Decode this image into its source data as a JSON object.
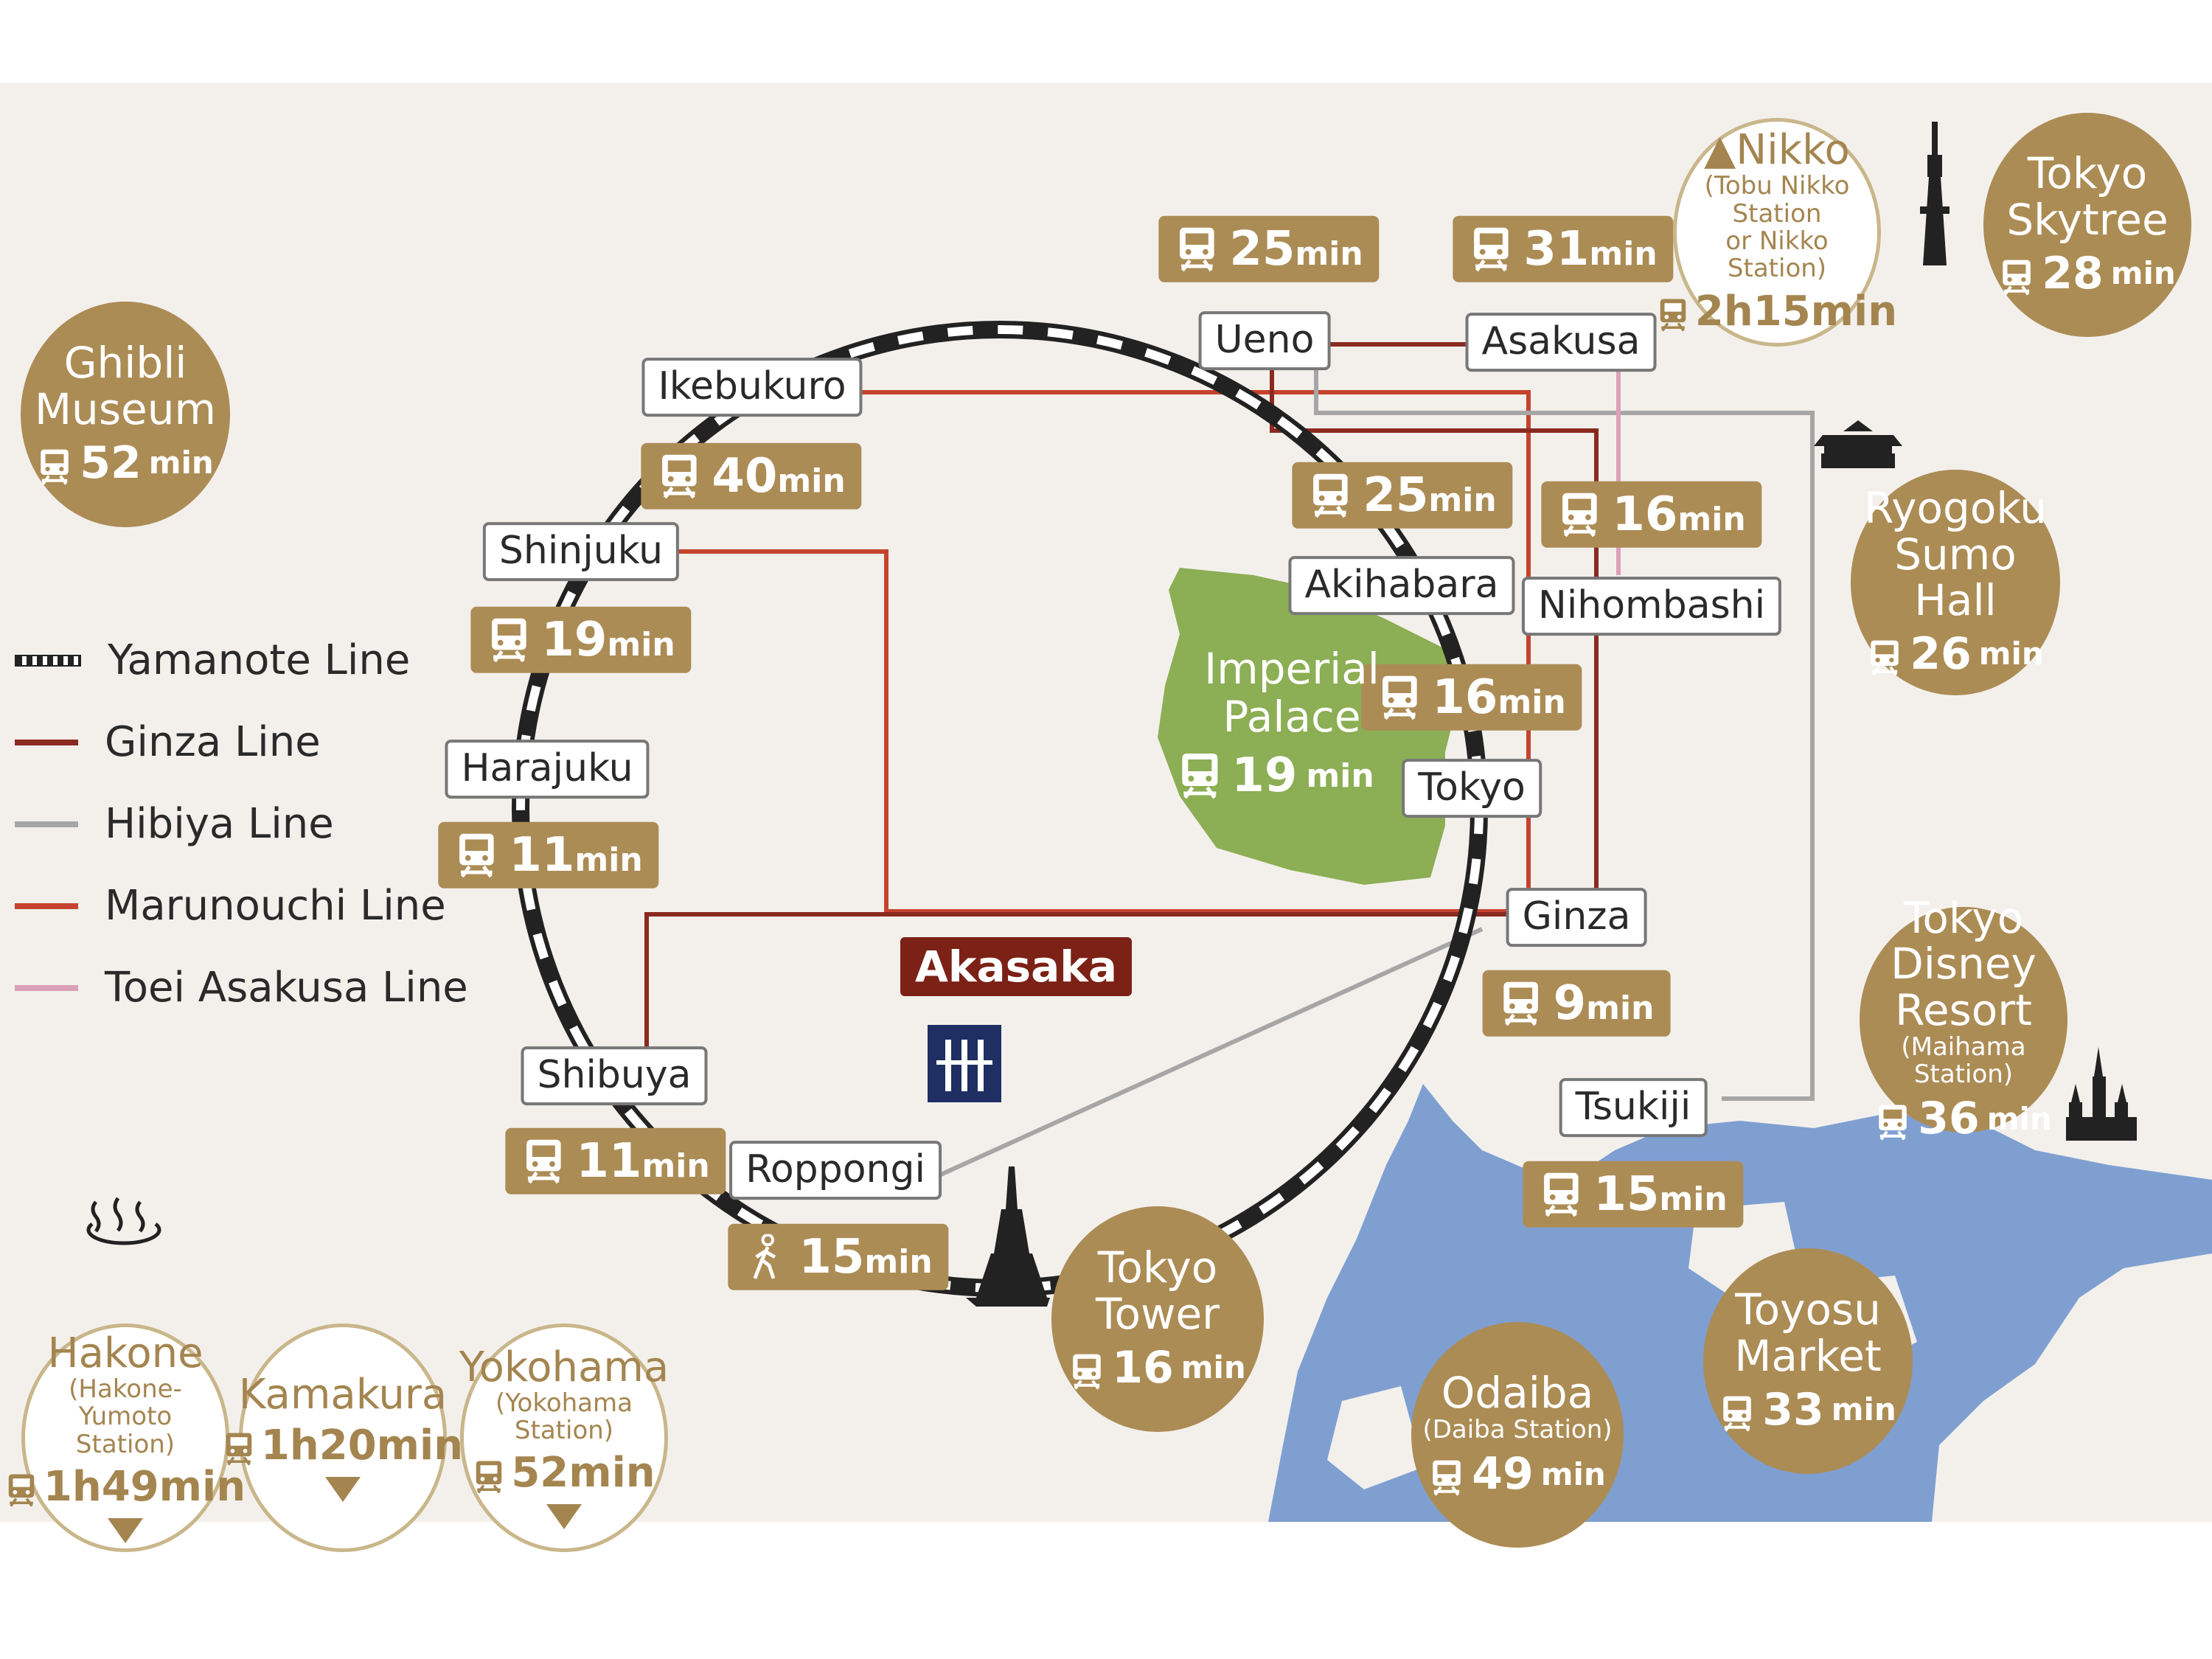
{
  "colors": {
    "background": "#f3f0ec",
    "gold": "#ac8c55",
    "water": "#7f9fd1",
    "palace_green": "#8cae54",
    "yamanote": "#222222",
    "ginza": "#8b2a20",
    "hibiya": "#a6a6a6",
    "marunouchi": "#c5432e",
    "toei_asakusa": "#dca0b8",
    "akasaka": "#7b2116"
  },
  "legend": [
    {
      "label": "Yamanote Line",
      "color": "#222222",
      "style": "dashed"
    },
    {
      "label": "Ginza Line",
      "color": "#8b2a20",
      "style": "solid"
    },
    {
      "label": "Hibiya Line",
      "color": "#a6a6a6",
      "style": "solid"
    },
    {
      "label": "Marunouchi Line",
      "color": "#c5432e",
      "style": "solid"
    },
    {
      "label": "Toei Asakusa Line",
      "color": "#dca0b8",
      "style": "solid"
    }
  ],
  "stations": {
    "ueno": "Ueno",
    "asakusa": "Asakusa",
    "ikebukuro": "Ikebukuro",
    "akihabara": "Akihabara",
    "nihombashi": "Nihombashi",
    "shinjuku": "Shinjuku",
    "harajuku": "Harajuku",
    "tokyo": "Tokyo",
    "ginza": "Ginza",
    "shibuya": "Shibuya",
    "roppongi": "Roppongi",
    "tsukiji": "Tsukiji"
  },
  "times": {
    "ueno": {
      "num": "25",
      "unit": "min",
      "icon": "train-icon"
    },
    "asakusa": {
      "num": "31",
      "unit": "min",
      "icon": "train-icon"
    },
    "ikebukuro": {
      "num": "40",
      "unit": "min",
      "icon": "train-icon"
    },
    "akihabara": {
      "num": "25",
      "unit": "min",
      "icon": "train-icon"
    },
    "nihombashi": {
      "num": "16",
      "unit": "min",
      "icon": "train-icon"
    },
    "shinjuku": {
      "num": "19",
      "unit": "min",
      "icon": "train-icon"
    },
    "tokyo": {
      "num": "16",
      "unit": "min",
      "icon": "train-icon"
    },
    "harajuku": {
      "num": "11",
      "unit": "min",
      "icon": "train-icon"
    },
    "ginza": {
      "num": "9",
      "unit": "min",
      "icon": "train-icon"
    },
    "shibuya": {
      "num": "11",
      "unit": "min",
      "icon": "train-icon"
    },
    "roppongi": {
      "num": "15",
      "unit": "min",
      "icon": "walking-icon"
    },
    "tsukiji": {
      "num": "15",
      "unit": "min",
      "icon": "train-icon"
    }
  },
  "akasaka": "Akasaka",
  "imperial_palace": {
    "name": "Imperial\nPalace",
    "num": "19",
    "unit": "min"
  },
  "destinations": {
    "ghibli": {
      "name": "Ghibli\nMuseum",
      "num": "52",
      "unit": "min"
    },
    "skytree": {
      "name": "Tokyo\nSkytree",
      "num": "28",
      "unit": "min"
    },
    "ryogoku": {
      "name": "Ryogoku\nSumo Hall",
      "num": "26",
      "unit": "min"
    },
    "disney": {
      "name": "Tokyo\nDisney Resort",
      "sub": "(Maihama Station)",
      "num": "36",
      "unit": "min"
    },
    "tokyo_tower": {
      "name": "Tokyo\nTower",
      "num": "16",
      "unit": "min"
    },
    "odaiba": {
      "name": "Odaiba",
      "sub": "(Daiba Station)",
      "num": "49",
      "unit": "min"
    },
    "toyosu": {
      "name": "Toyosu\nMarket",
      "num": "33",
      "unit": "min"
    }
  },
  "day_trips": {
    "nikko": {
      "name": "▲Nikko",
      "sub": "(Tobu Nikko Station\nor Nikko Station)",
      "time": "2h15min"
    },
    "hakone": {
      "name": "Hakone",
      "sub": "(Hakone-Yumoto\nStation)",
      "time": "1h49min"
    },
    "kamakura": {
      "name": "Kamakura",
      "time": "1h20min"
    },
    "yokohama": {
      "name": "Yokohama",
      "sub": "(Yokohama Station)",
      "time": "52min"
    }
  }
}
